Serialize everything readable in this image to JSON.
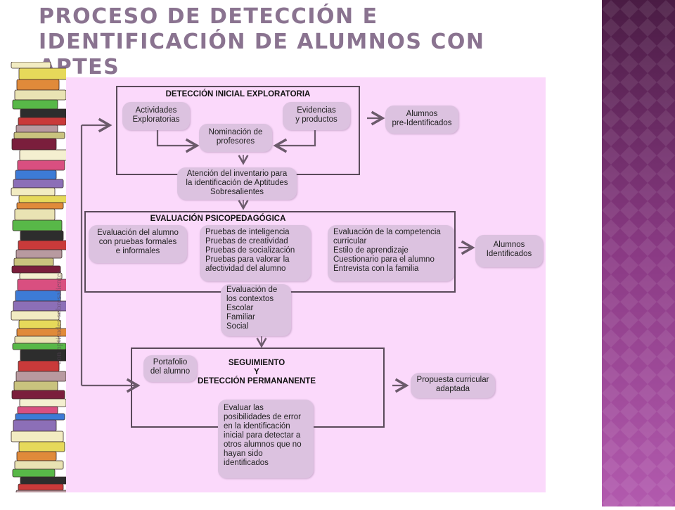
{
  "slide": {
    "title": "Proceso de detección e identificación de alumnos con APTES",
    "watermark": "con aptitudes sobresalientes"
  },
  "colors": {
    "title": "#8a7390",
    "diagram_bg": "#fbd9fb",
    "node_fill": "#dcc2e0",
    "frame": "#5a4a5a",
    "arrow": "#6b5a6b",
    "panel_dark": "#4a1c44",
    "panel_light": "#b25aae"
  },
  "diagram": {
    "section1": {
      "header": "DETECCIÓN INICIAL EXPLORATORIA",
      "actividades": "Actividades\nExploratorias",
      "evidencias": "Evidencias\ny productos",
      "nominacion": "Nominación de\nprofesores",
      "output": "Alumnos\npre-Identificados"
    },
    "atencion": "Atención del inventario para\nla identificación de Aptitudes\nSobresalientes",
    "section2": {
      "header": "EVALUACIÓN PSICOPEDAGÓGICA",
      "evaluacion_alumno": "Evaluación del alumno\ncon pruebas formales\ne informales",
      "pruebas": "Pruebas de inteligencia\nPruebas de creatividad\nPruebas de socialización\nPruebas para valorar la\nafectividad del alumno",
      "competencia": "Evaluación de la competencia\ncurricular\nEstilo de aprendizaje\nCuestionario para el alumno\nEntrevista con la familia",
      "output": "Alumnos\nIdentificados"
    },
    "contextos": "Evaluación de\nlos contextos\nEscolar\nFamiliar\nSocial",
    "section3": {
      "header": "SEGUIMIENTO\nY\nDETECCIÓN PERMANANENTE",
      "portafolio": "Portafolio\ndel alumno",
      "evaluar": "Evaluar las\nposibilidades de error\nen la identificación\ninicial para detectar a\notros alumnos que no\nhayan sido\nidentificados",
      "output": "Propuesta curricular\nadaptada"
    }
  }
}
